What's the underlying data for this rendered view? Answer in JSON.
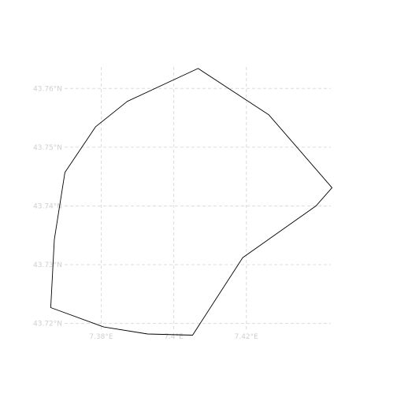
{
  "map": {
    "x_ticks": [
      {
        "value": 7.38,
        "label": "7.38°E"
      },
      {
        "value": 7.4,
        "label": "7.4°E"
      },
      {
        "value": 7.42,
        "label": "7.42°E"
      }
    ],
    "y_ticks": [
      {
        "value": 43.72,
        "label": "43.72°N"
      },
      {
        "value": 43.73,
        "label": "43.73°N"
      },
      {
        "value": 43.74,
        "label": "43.74°N"
      },
      {
        "value": 43.75,
        "label": "43.75°N"
      },
      {
        "value": 43.76,
        "label": "43.76°N"
      }
    ],
    "grid": true,
    "grid_style": "dashed",
    "lon_range": [
      7.3684,
      7.4448
    ],
    "lat_range": [
      43.7178,
      43.765
    ],
    "boundary_color": "#000000",
    "grid_color": "#dcdcdc",
    "label_color": "#cfcfcf",
    "boundary": [
      [
        7.4067,
        43.7634
      ],
      [
        7.4262,
        43.7555
      ],
      [
        7.4436,
        43.7431
      ],
      [
        7.4392,
        43.74
      ],
      [
        7.419,
        43.7312
      ],
      [
        7.4052,
        43.718
      ],
      [
        7.3928,
        43.7182
      ],
      [
        7.3807,
        43.7194
      ],
      [
        7.3661,
        43.7227
      ],
      [
        7.3671,
        43.7343
      ],
      [
        7.37,
        43.7457
      ],
      [
        7.3785,
        43.7535
      ],
      [
        7.3872,
        43.7578
      ],
      [
        7.4067,
        43.7634
      ]
    ]
  }
}
